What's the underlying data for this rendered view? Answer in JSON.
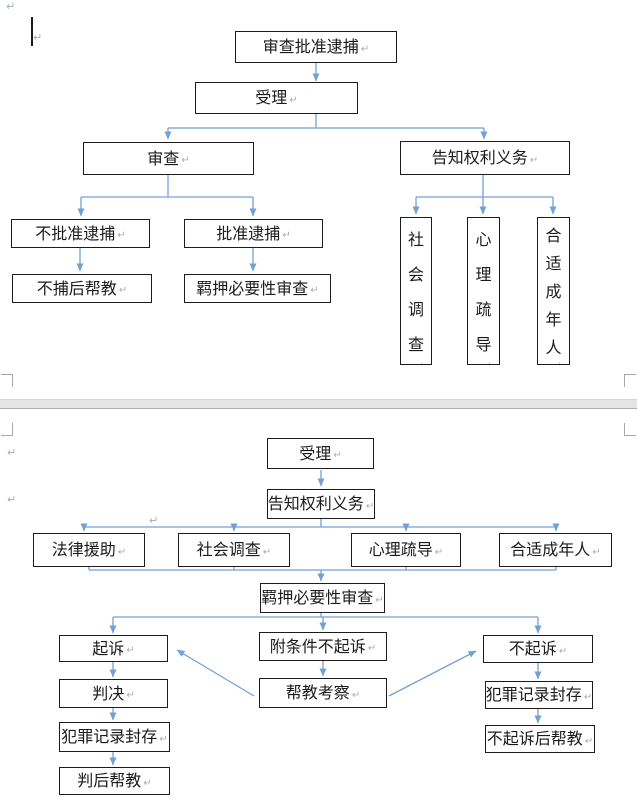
{
  "document": {
    "pilcrow": "↵",
    "colors": {
      "connector": "#74A1D4",
      "box_border": "#1c1c1c",
      "page_gap": "#e4e4e4"
    },
    "page1": {
      "nodes": {
        "review_approve_arrest": "审查批准逮捕",
        "accept": "受理",
        "review": "审查",
        "inform_rights": "告知权利义务",
        "disapprove_arrest": "不批准逮捕",
        "approve_arrest": "批准逮捕",
        "no_arrest_support": "不捕后帮教",
        "detention_review": "羁押必要性审查",
        "social_investigation": "社会调查",
        "psych_counseling": "心理疏导",
        "appropriate_adult": "合适成年人"
      },
      "edges": [
        [
          "review_approve_arrest",
          "accept"
        ],
        [
          "accept",
          "review"
        ],
        [
          "accept",
          "inform_rights"
        ],
        [
          "review",
          "disapprove_arrest"
        ],
        [
          "review",
          "approve_arrest"
        ],
        [
          "disapprove_arrest",
          "no_arrest_support"
        ],
        [
          "approve_arrest",
          "detention_review"
        ],
        [
          "inform_rights",
          "social_investigation"
        ],
        [
          "inform_rights",
          "psych_counseling"
        ],
        [
          "inform_rights",
          "appropriate_adult"
        ]
      ]
    },
    "page2": {
      "nodes": {
        "accept": "受理",
        "inform_rights": "告知权利义务",
        "legal_aid": "法律援助",
        "social_investigation": "社会调查",
        "psych_counseling": "心理疏导",
        "appropriate_adult": "合适成年人",
        "detention_review": "羁押必要性审查",
        "prosecute": "起诉",
        "conditional_non_prosecution": "附条件不起诉",
        "non_prosecution": "不起诉",
        "judgment": "判决",
        "probation_inspection": "帮教考察",
        "record_seal_left": "犯罪记录封存",
        "record_seal_right": "犯罪记录封存",
        "post_judgment_support": "判后帮教",
        "post_non_prosecution_support": "不起诉后帮教"
      },
      "edges": [
        [
          "accept",
          "inform_rights"
        ],
        [
          "inform_rights",
          "legal_aid"
        ],
        [
          "inform_rights",
          "social_investigation"
        ],
        [
          "inform_rights",
          "psych_counseling"
        ],
        [
          "inform_rights",
          "appropriate_adult"
        ],
        [
          "legal_aid",
          "detention_review"
        ],
        [
          "social_investigation",
          "detention_review"
        ],
        [
          "psych_counseling",
          "detention_review"
        ],
        [
          "appropriate_adult",
          "detention_review"
        ],
        [
          "detention_review",
          "prosecute"
        ],
        [
          "detention_review",
          "conditional_non_prosecution"
        ],
        [
          "detention_review",
          "non_prosecution"
        ],
        [
          "prosecute",
          "judgment"
        ],
        [
          "judgment",
          "record_seal_left"
        ],
        [
          "record_seal_left",
          "post_judgment_support"
        ],
        [
          "conditional_non_prosecution",
          "probation_inspection"
        ],
        [
          "probation_inspection",
          "prosecute"
        ],
        [
          "probation_inspection",
          "non_prosecution"
        ],
        [
          "non_prosecution",
          "record_seal_right"
        ],
        [
          "record_seal_right",
          "post_non_prosecution_support"
        ]
      ]
    }
  }
}
